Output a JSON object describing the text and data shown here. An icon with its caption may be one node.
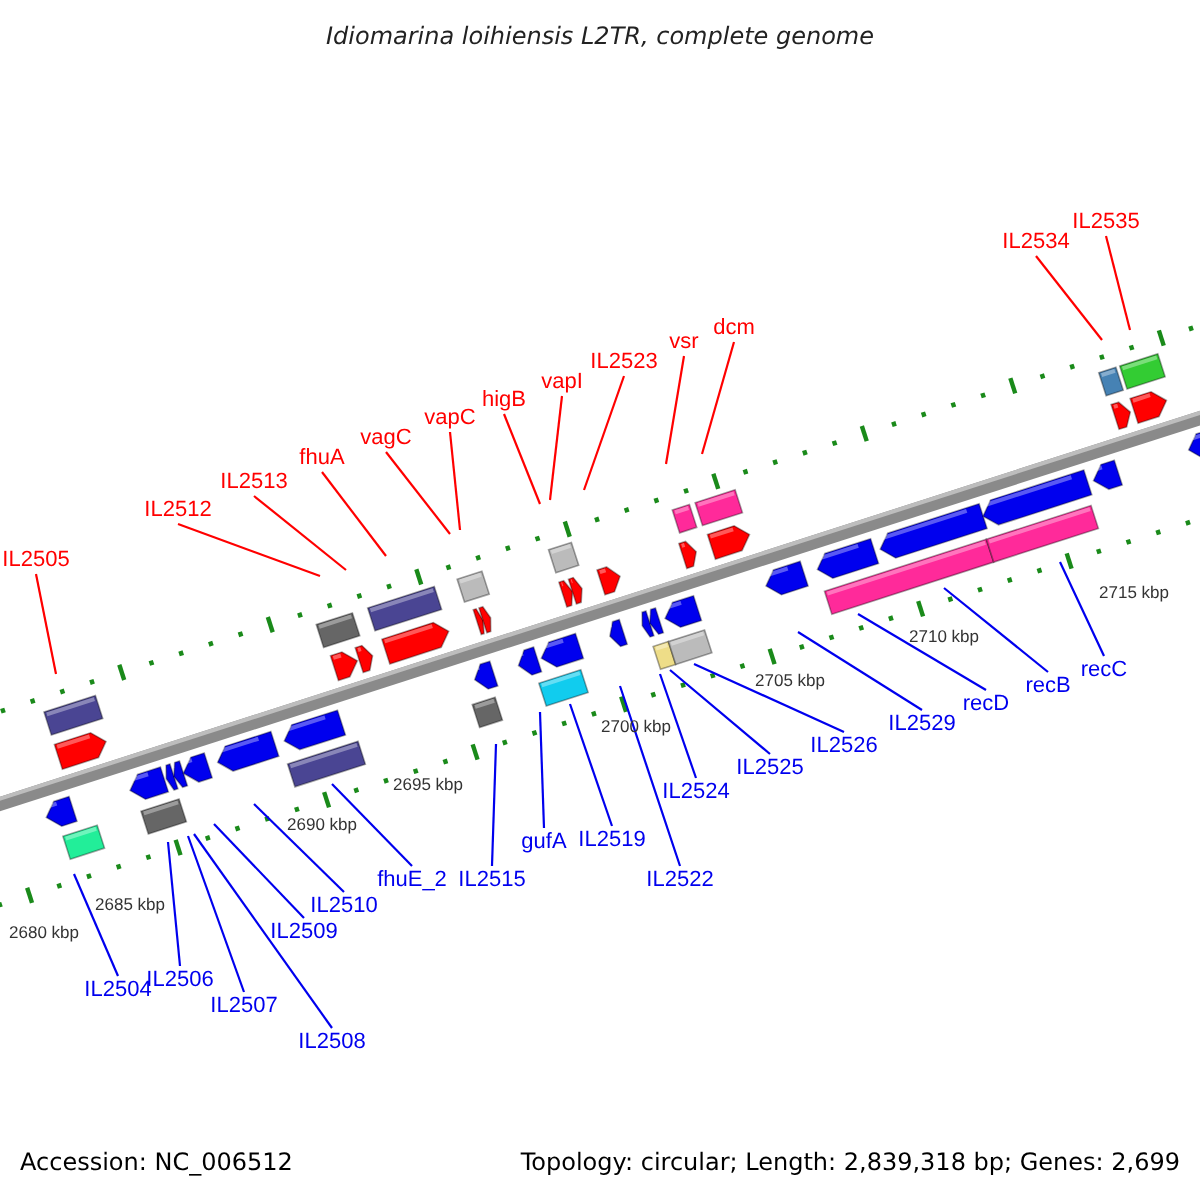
{
  "diagram": {
    "title": "Idiomarina loihiensis L2TR, complete genome",
    "nodes": [
      {
        "text": [
          "IL2505"
        ]
      },
      {
        "text": [
          "IL2512"
        ]
      },
      {
        "text": [
          "IL2513"
        ]
      },
      {
        "text": [
          "fhuA"
        ]
      },
      {
        "text": [
          "vagC"
        ]
      },
      {
        "text": [
          "vapC"
        ]
      },
      {
        "text": [
          "higB"
        ]
      },
      {
        "text": [
          "vapI"
        ]
      },
      {
        "text": [
          "IL2523"
        ]
      },
      {
        "text": [
          "vsr"
        ]
      },
      {
        "text": [
          "dcm"
        ]
      },
      {
        "text": [
          "IL2534"
        ]
      },
      {
        "text": [
          "IL2535"
        ]
      },
      {
        "text": [
          "IL2504"
        ]
      },
      {
        "text": [
          "IL2506"
        ]
      },
      {
        "text": [
          "IL2507"
        ]
      },
      {
        "text": [
          "IL2508"
        ]
      },
      {
        "text": [
          "IL2509"
        ]
      },
      {
        "text": [
          "IL2510"
        ]
      },
      {
        "text": [
          "fhuE_2"
        ]
      },
      {
        "text": [
          "IL2515"
        ]
      },
      {
        "text": [
          "gufA"
        ]
      },
      {
        "text": [
          "IL2519"
        ]
      },
      {
        "text": [
          "IL2522"
        ]
      },
      {
        "text": [
          "IL2524"
        ]
      },
      {
        "text": [
          "IL2525"
        ]
      },
      {
        "text": [
          "IL2526"
        ]
      },
      {
        "text": [
          "IL2529"
        ]
      },
      {
        "text": [
          "recD"
        ]
      },
      {
        "text": [
          "recB"
        ]
      },
      {
        "text": [
          "recC"
        ]
      }
    ],
    "edges": [
      {
        "from": 0,
        "to": null,
        "arrow": "none",
        "color": "#ff0000"
      },
      {
        "from": 1,
        "to": null,
        "arrow": "none",
        "color": "#ff0000"
      },
      {
        "from": 2,
        "to": null,
        "arrow": "none",
        "color": "#ff0000"
      },
      {
        "from": 3,
        "to": null,
        "arrow": "none",
        "color": "#ff0000"
      },
      {
        "from": 4,
        "to": null,
        "arrow": "none",
        "color": "#ff0000"
      },
      {
        "from": 5,
        "to": null,
        "arrow": "none",
        "color": "#ff0000"
      },
      {
        "from": 6,
        "to": null,
        "arrow": "none",
        "color": "#ff0000"
      },
      {
        "from": 7,
        "to": null,
        "arrow": "none",
        "color": "#ff0000"
      },
      {
        "from": 8,
        "to": null,
        "arrow": "none",
        "color": "#ff0000"
      },
      {
        "from": 9,
        "to": null,
        "arrow": "none",
        "color": "#ff0000"
      },
      {
        "from": 10,
        "to": null,
        "arrow": "none",
        "color": "#ff0000"
      },
      {
        "from": 11,
        "to": null,
        "arrow": "none",
        "color": "#ff0000"
      },
      {
        "from": 12,
        "to": null,
        "arrow": "none",
        "color": "#ff0000"
      },
      {
        "from": 13,
        "to": null,
        "arrow": "none"
      },
      {
        "from": 14,
        "to": null,
        "arrow": "none"
      },
      {
        "from": 15,
        "to": null,
        "arrow": "none"
      },
      {
        "from": 16,
        "to": null,
        "arrow": "none"
      },
      {
        "from": 17,
        "to": null,
        "arrow": "none"
      },
      {
        "from": 18,
        "to": null,
        "arrow": "none"
      },
      {
        "from": 19,
        "to": null,
        "arrow": "none"
      },
      {
        "from": 20,
        "to": null,
        "arrow": "none"
      },
      {
        "from": 21,
        "to": null,
        "arrow": "none"
      },
      {
        "from": 22,
        "to": null,
        "arrow": "none"
      },
      {
        "from": 23,
        "to": null,
        "arrow": "none"
      },
      {
        "from": 24,
        "to": null,
        "arrow": "none"
      },
      {
        "from": 25,
        "to": null,
        "arrow": "none"
      },
      {
        "from": 26,
        "to": null,
        "arrow": "none"
      },
      {
        "from": 27,
        "to": null,
        "arrow": "none"
      },
      {
        "from": 28,
        "to": null,
        "arrow": "none"
      },
      {
        "from": 29,
        "to": null,
        "arrow": "none"
      },
      {
        "from": 30,
        "to": null,
        "arrow": "none"
      }
    ],
    "labels": [
      "2680 kbp",
      "2685 kbp",
      "2690 kbp",
      "2695 kbp",
      "2700 kbp",
      "2705 kbp",
      "2710 kbp",
      "2715 kbp",
      "Accession: NC_006512",
      "Topology: circular; Length: 2,839,318 bp; Genes: 2,699"
    ]
  }
}
